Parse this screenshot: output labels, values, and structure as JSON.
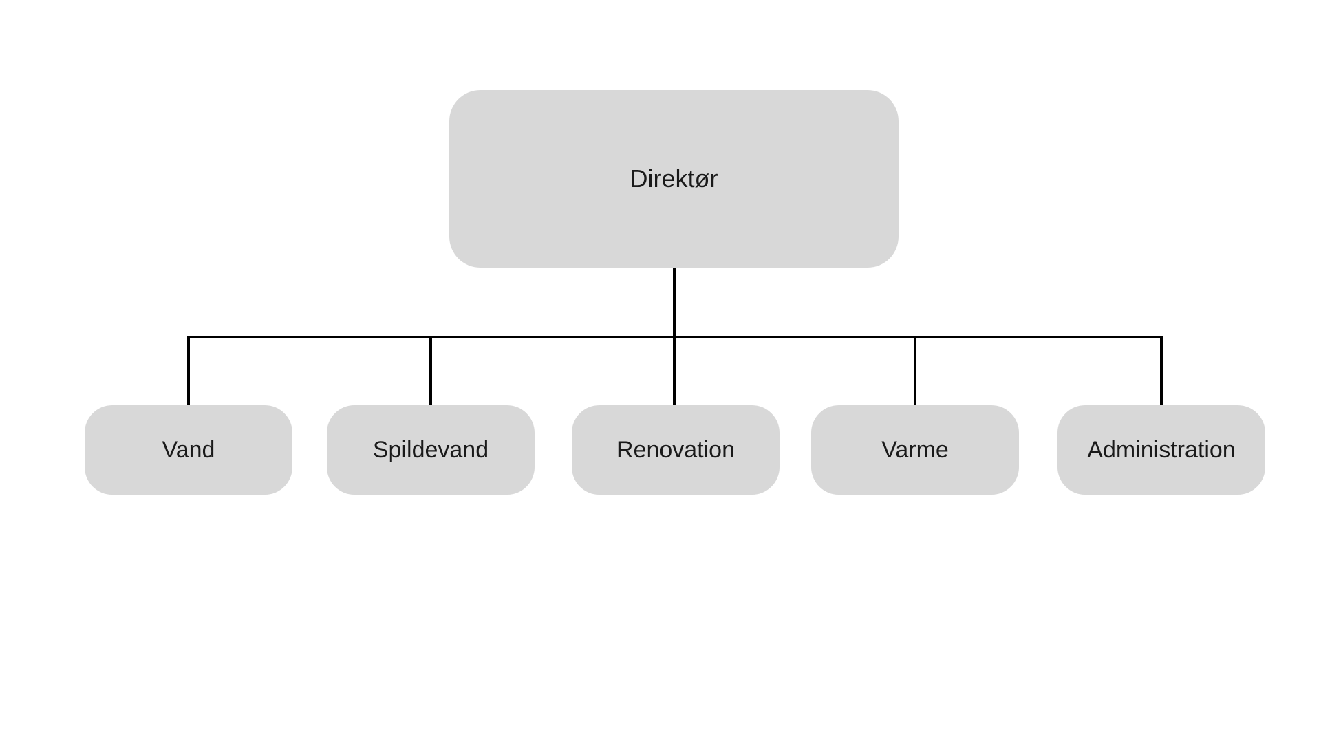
{
  "diagram": {
    "type": "org-chart",
    "root": {
      "label": "Direktør"
    },
    "children": [
      {
        "label": "Vand"
      },
      {
        "label": "Spildevand"
      },
      {
        "label": "Renovation"
      },
      {
        "label": "Varme"
      },
      {
        "label": "Administration"
      }
    ]
  },
  "colors": {
    "background": "#ffffff",
    "node_fill": "#d8d8d8",
    "node_text": "#1a1a1a",
    "connector": "#000000"
  }
}
